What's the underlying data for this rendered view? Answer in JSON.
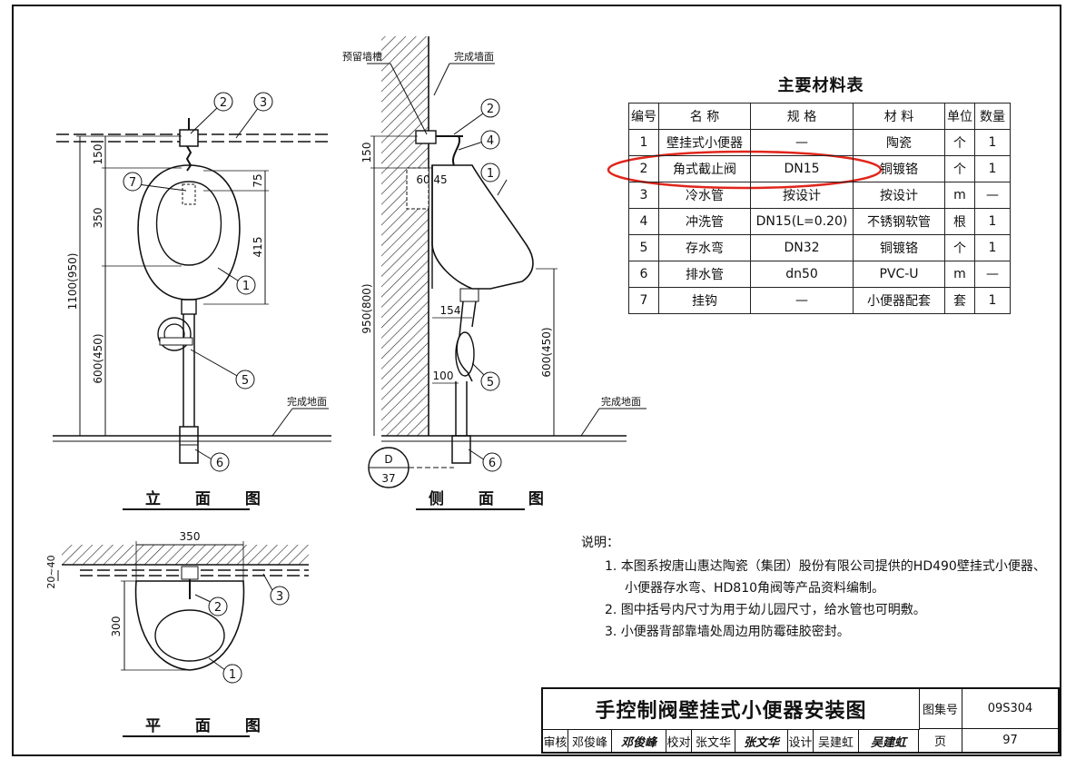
{
  "drawing": {
    "title": "手控制阀壁挂式小便器安装图",
    "atlas_label": "图集号",
    "atlas_no": "09S304",
    "page_label": "页",
    "page_no": "97",
    "sign_row": {
      "review_label": "审核",
      "review_name": "邓俊峰",
      "review_sig": "邓俊峰",
      "check_label": "校对",
      "check_name": "张文华",
      "check_sig": "张文华",
      "design_label": "设计",
      "design_name": "吴建虹",
      "design_sig": "吴建虹"
    }
  },
  "views": {
    "elevation": "立 面 图",
    "side": "侧 面 图",
    "plan": "平 面 图"
  },
  "annotations": {
    "reserved_groove": "预留墙槽",
    "finished_wall": "完成墙面",
    "finished_floor": "完成地面",
    "finished_floor2": "完成地面",
    "detail_top": "D",
    "detail_bottom": "37"
  },
  "dimensions": {
    "e_150": "150",
    "e_350": "350",
    "e_1100": "1100(950)",
    "e_600": "600(450)",
    "e_75": "75",
    "e_415": "415",
    "s_150": "150",
    "s_60": "60",
    "s_45": "45",
    "s_950": "950(800)",
    "s_154": "154",
    "s_100": "100",
    "s_600": "600(450)",
    "p_350": "350",
    "p_2040": "20~40",
    "p_300": "300"
  },
  "materials": {
    "title": "主要材料表",
    "headers": [
      "编号",
      "名  称",
      "规  格",
      "材  料",
      "单位",
      "数量"
    ],
    "rows": [
      [
        "1",
        "壁挂式小便器",
        "—",
        "陶瓷",
        "个",
        "1"
      ],
      [
        "2",
        "角式截止阀",
        "DN15",
        "铜镀铬",
        "个",
        "1"
      ],
      [
        "3",
        "冷水管",
        "按设计",
        "按设计",
        "m",
        "—"
      ],
      [
        "4",
        "冲洗管",
        "DN15(L=0.20)",
        "不锈钢软管",
        "根",
        "1"
      ],
      [
        "5",
        "存水弯",
        "DN32",
        "铜镀铬",
        "个",
        "1"
      ],
      [
        "6",
        "排水管",
        "dn50",
        "PVC-U",
        "m",
        "—"
      ],
      [
        "7",
        "挂钩",
        "—",
        "小便器配套",
        "套",
        "1"
      ]
    ]
  },
  "notes": {
    "heading": "说明：",
    "n1a": "1. 本图系按唐山惠达陶瓷（集团）股份有限公司提供的HD490壁挂式小便器、",
    "n1b": "小便器存水弯、HD810角阀等产品资料编制。",
    "n2": "2. 图中括号内尺寸为用于幼儿园尺寸，给水管也可明敷。",
    "n3": "3. 小便器背部靠墙处周边用防霉硅胶密封。"
  },
  "callouts": [
    "1",
    "2",
    "3",
    "4",
    "5",
    "6",
    "7"
  ]
}
